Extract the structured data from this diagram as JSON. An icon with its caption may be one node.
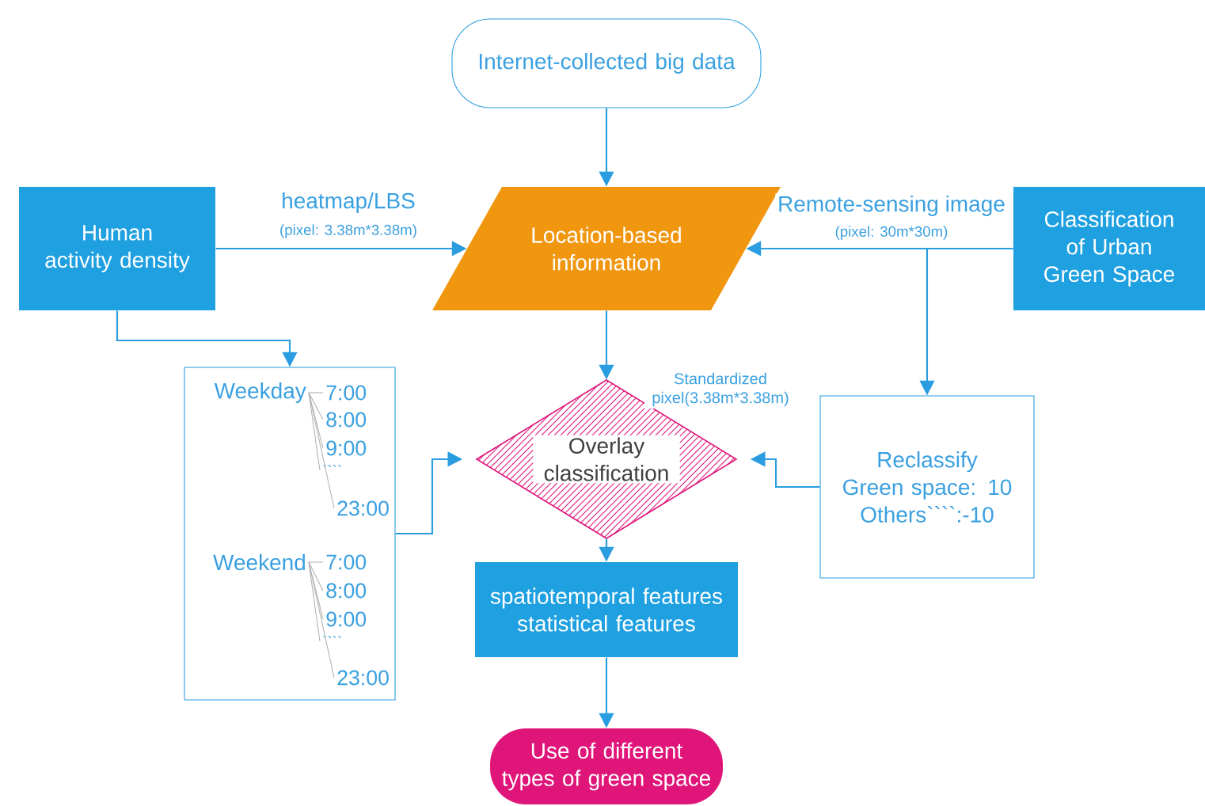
{
  "diagram": {
    "nodes": [
      {
        "text": [
          "Internet-collected big data"
        ]
      },
      {
        "text": [
          "Human activity density"
        ]
      },
      {
        "text": [
          "Location-based information"
        ]
      },
      {
        "text": [
          "Classification of Urban Green Space"
        ]
      },
      {
        "text": [
          "Weekday",
          "7:00",
          "8:00",
          "9:00",
          "````",
          "23:00",
          "Weekend",
          "7:00",
          "8:00",
          "9:00",
          "````",
          "23:00"
        ]
      },
      {
        "text": [
          "Overlay classification"
        ]
      },
      {
        "text": [
          "Reclassify Green space: 10 Others````:-10"
        ]
      },
      {
        "text": [
          "spatiotemporal features statistical features"
        ]
      },
      {
        "text": [
          "Use of different types of green space"
        ]
      }
    ],
    "edges": [
      {
        "from": 0,
        "to": 2,
        "arrow": "to"
      },
      {
        "from": 1,
        "to": 2,
        "arrow": "to",
        "label": "heatmap/LBS"
      },
      {
        "from": 3,
        "to": 2,
        "arrow": "to",
        "label": "Remote-sensing image"
      },
      {
        "from": 1,
        "to": 4,
        "arrow": "to"
      },
      {
        "from": 3,
        "to": 6,
        "arrow": "to"
      },
      {
        "from": 2,
        "to": 5,
        "arrow": "to",
        "label": "Standardized pixel(3.38m*3.38m)"
      },
      {
        "from": 4,
        "to": 5,
        "arrow": "to"
      },
      {
        "from": 6,
        "to": 5,
        "arrow": "to"
      },
      {
        "from": 5,
        "to": 7,
        "arrow": "to"
      },
      {
        "from": 7,
        "to": 8,
        "arrow": "to"
      }
    ],
    "labels": [
      "(pixel: 3.38m*3.38m)",
      "(pixel: 30m*30m)"
    ]
  }
}
